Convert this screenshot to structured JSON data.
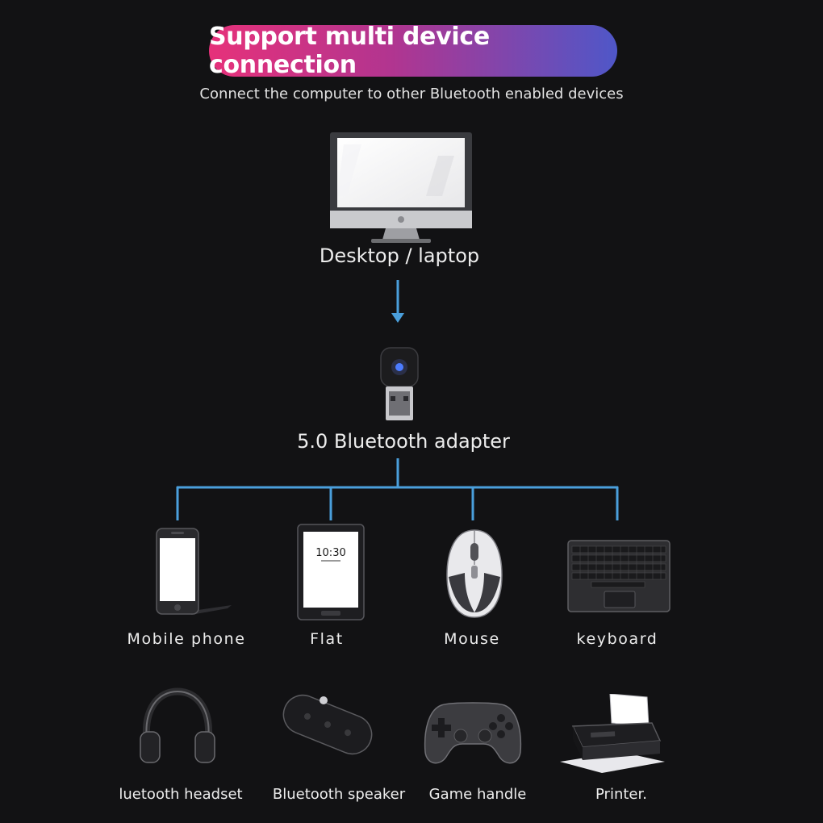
{
  "banner": {
    "title": "Support multi device connection"
  },
  "subtitle": "Connect the computer to other Bluetooth enabled devices",
  "computer": {
    "label": "Desktop / laptop",
    "icon": "desktop-monitor-icon"
  },
  "adapter": {
    "label": "5.0 Bluetooth adapter",
    "icon": "usb-bluetooth-adapter-icon"
  },
  "tablet_screen": {
    "time": "10:30"
  },
  "devices_row1": [
    {
      "label": "Mobile phone",
      "icon": "mobile-phone-icon"
    },
    {
      "label": "Flat",
      "icon": "tablet-icon"
    },
    {
      "label": "Mouse",
      "icon": "mouse-icon"
    },
    {
      "label": "keyboard",
      "icon": "keyboard-icon"
    }
  ],
  "devices_row2": [
    {
      "label": "luetooth headset",
      "icon": "headset-icon"
    },
    {
      "label": "Bluetooth speaker",
      "icon": "speaker-icon"
    },
    {
      "label": "Game handle",
      "icon": "gamepad-icon"
    },
    {
      "label": "Printer.",
      "icon": "printer-icon"
    }
  ],
  "colors": {
    "connector": "#4a9fdc",
    "background": "#121214",
    "banner_start": "#e6317a",
    "banner_end": "#4f57c8"
  }
}
